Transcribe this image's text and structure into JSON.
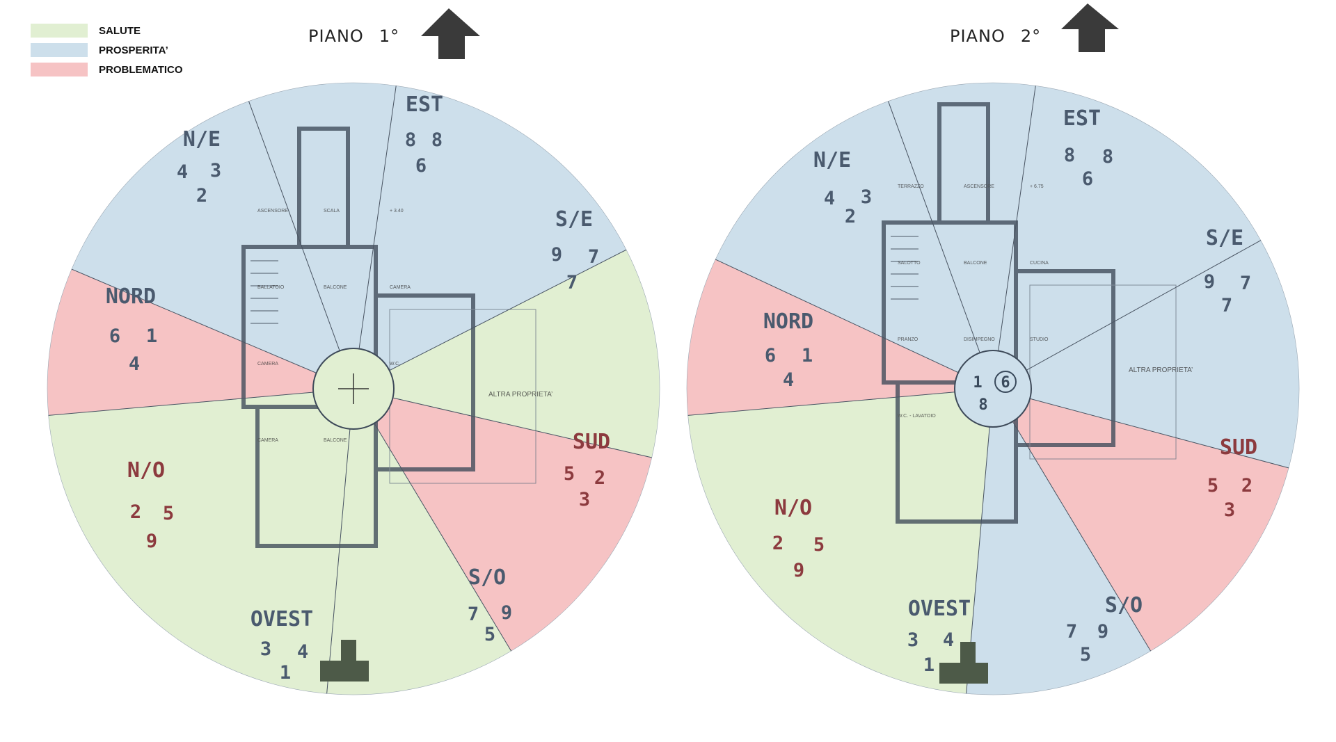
{
  "legend": [
    {
      "label": "SALUTE",
      "color": "#e1efd2"
    },
    {
      "label": "PROSPERITA’",
      "color": "#cddfeb"
    },
    {
      "label": "PROBLEMATICO",
      "color": "#f6c3c4"
    }
  ],
  "floors": [
    {
      "title": "PIANO",
      "number": "1°",
      "sectors": [
        {
          "label": "EST",
          "numbers": [
            "8",
            "8",
            "6"
          ],
          "color": "#cddfeb"
        },
        {
          "label": "S/E",
          "numbers": [
            "9",
            "7",
            "7"
          ],
          "color": "#e1efd2"
        },
        {
          "label": "SUD",
          "numbers": [
            "5",
            "2",
            "3"
          ],
          "color": "#f6c3c4"
        },
        {
          "label": "S/O",
          "numbers": [
            "7",
            "9",
            "5"
          ],
          "color": "#e1efd2"
        },
        {
          "label": "OVEST",
          "numbers": [
            "3",
            "4",
            "1"
          ],
          "color": "#e1efd2"
        },
        {
          "label": "N/O",
          "numbers": [
            "2",
            "5",
            "9"
          ],
          "color": "#f6c3c4"
        },
        {
          "label": "NORD",
          "numbers": [
            "6",
            "1",
            "4"
          ],
          "color": "#cddfeb"
        },
        {
          "label": "N/E",
          "numbers": [
            "4",
            "3",
            "2"
          ],
          "color": "#cddfeb"
        }
      ],
      "center_numbers": [],
      "plan_labels": [
        "ASCENSORE",
        "SCALA",
        "+ 3.40",
        "BALLATOIO",
        "BALCONE",
        "CAMERA",
        "CAMERA",
        "W.C.",
        "W.C.",
        "CAMERA",
        "BALCONE"
      ],
      "altra": "ALTRA PROPRIETA’"
    },
    {
      "title": "PIANO",
      "number": "2°",
      "sectors": [
        {
          "label": "EST",
          "numbers": [
            "8",
            "8",
            "6"
          ],
          "color": "#cddfeb"
        },
        {
          "label": "S/E",
          "numbers": [
            "9",
            "7",
            "7"
          ],
          "color": "#cddfeb"
        },
        {
          "label": "SUD",
          "numbers": [
            "5",
            "2",
            "3"
          ],
          "color": "#f6c3c4"
        },
        {
          "label": "S/O",
          "numbers": [
            "7",
            "9",
            "5"
          ],
          "color": "#cddfeb"
        },
        {
          "label": "OVEST",
          "numbers": [
            "3",
            "4",
            "1"
          ],
          "color": "#e1efd2"
        },
        {
          "label": "N/O",
          "numbers": [
            "2",
            "5",
            "9"
          ],
          "color": "#f6c3c4"
        },
        {
          "label": "NORD",
          "numbers": [
            "6",
            "1",
            "4"
          ],
          "color": "#cddfeb"
        },
        {
          "label": "N/E",
          "numbers": [
            "4",
            "3",
            "2"
          ],
          "color": "#cddfeb"
        }
      ],
      "center_numbers": [
        "1",
        "6",
        "8"
      ],
      "plan_labels": [
        "TERRAZZO",
        "ASCENSORE",
        "+ 6.75",
        "SALOTTO",
        "BALCONE",
        "CUCINA",
        "PRANZO",
        "DISIMPEGNO",
        "STUDIO",
        "W.C. - LAVATOIO"
      ],
      "altra": "ALTRA PROPRIETA’"
    }
  ]
}
